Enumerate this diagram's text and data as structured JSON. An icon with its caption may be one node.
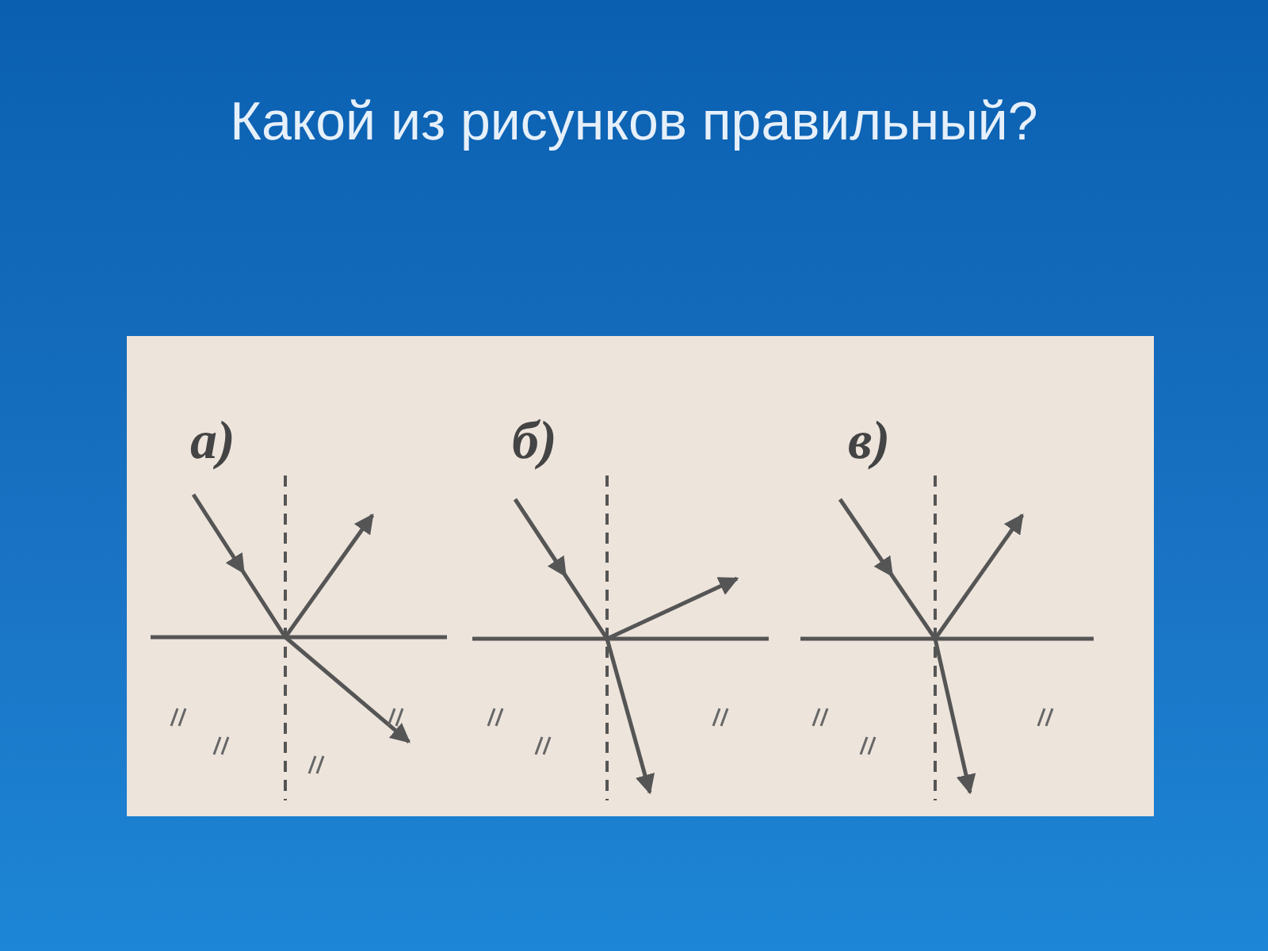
{
  "diagram": {
    "title": "Какой из рисунков правильный?",
    "labels": [
      "а)",
      "б)",
      "в)"
    ]
  }
}
